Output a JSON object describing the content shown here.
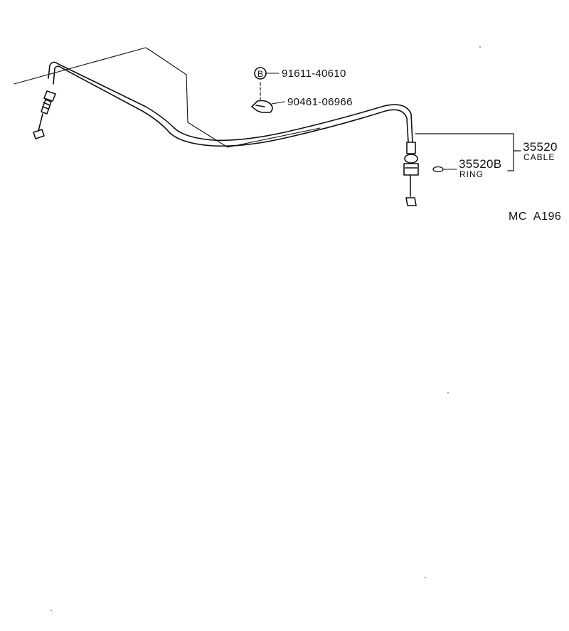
{
  "diagram": {
    "callouts": {
      "bolt_symbol": "B",
      "bolt_part_no": "91611-40610",
      "clamp_part_no": "90461-06966",
      "cable_part_no": "35520",
      "cable_name": "CABLE",
      "ring_part_no": "35520B",
      "ring_name": "RING"
    },
    "figure_ref": "MC  A196"
  },
  "colors": {
    "ink": "#111111",
    "paper": "#ffffff"
  }
}
